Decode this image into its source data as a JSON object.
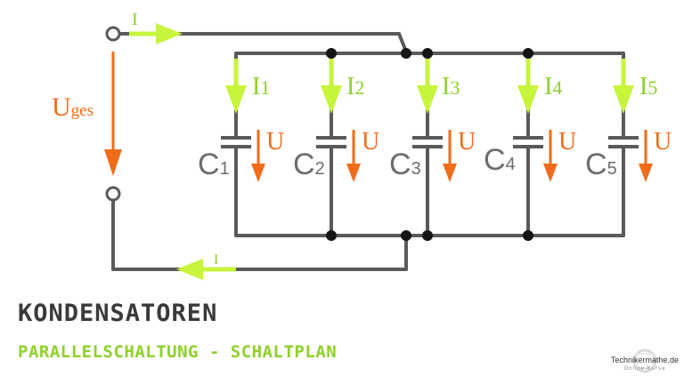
{
  "heading": {
    "title": "KONDENSATOREN",
    "subtitle": "PARALLELSCHALTUNG - SCHALTPLAN"
  },
  "diagram": {
    "source_current": "I",
    "return_current": "I",
    "total_voltage_main": "U",
    "total_voltage_sub": "ges",
    "branches": [
      {
        "current_main": "I",
        "current_sub": "1",
        "cap_main": "C",
        "cap_sub": "1",
        "voltage": "U"
      },
      {
        "current_main": "I",
        "current_sub": "2",
        "cap_main": "C",
        "cap_sub": "2",
        "voltage": "U"
      },
      {
        "current_main": "I",
        "current_sub": "3",
        "cap_main": "C",
        "cap_sub": "3",
        "voltage": "U"
      },
      {
        "current_main": "I",
        "current_sub": "4",
        "cap_main": "C",
        "cap_sub": "4",
        "voltage": "U"
      },
      {
        "current_main": "I",
        "current_sub": "5",
        "cap_main": "C",
        "cap_sub": "5",
        "voltage": "U"
      }
    ]
  },
  "logo": {
    "name": "Technikermathe.de",
    "tagline": "Online-Kurse"
  },
  "colors": {
    "wire": "#5a5a5a",
    "current_arrow": "#c6f53b",
    "current_label": "#8ed12a",
    "voltage": "#f06c1c",
    "capacitor_label": "#6d6d6d",
    "node": "#151515"
  }
}
